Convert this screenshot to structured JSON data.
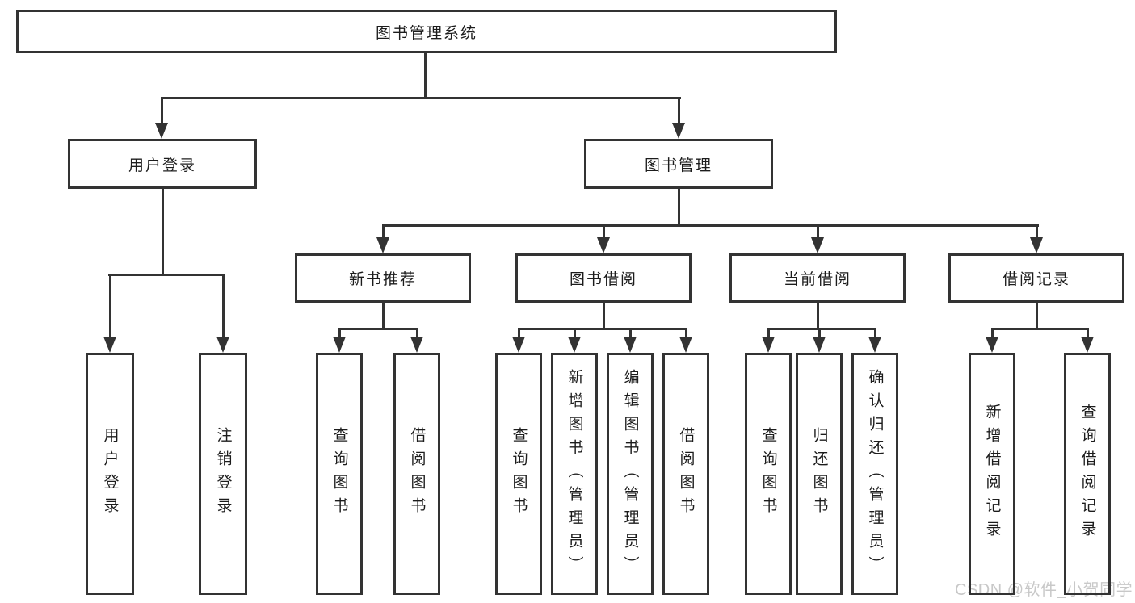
{
  "title": "图书管理系统",
  "tree": {
    "label": "图书管理系统",
    "children": [
      {
        "label": "用户登录",
        "children": [
          {
            "label": "用户登录"
          },
          {
            "label": "注销登录"
          }
        ]
      },
      {
        "label": "图书管理",
        "children": [
          {
            "label": "新书推荐",
            "children": [
              {
                "label": "查询图书"
              },
              {
                "label": "借阅图书"
              }
            ]
          },
          {
            "label": "图书借阅",
            "children": [
              {
                "label": "查询图书"
              },
              {
                "label": "新增图书（管理员）"
              },
              {
                "label": "编辑图书（管理员）"
              },
              {
                "label": "借阅图书"
              }
            ]
          },
          {
            "label": "当前借阅",
            "children": [
              {
                "label": "查询图书"
              },
              {
                "label": "归还图书"
              },
              {
                "label": "确认归还（管理员）"
              }
            ]
          },
          {
            "label": "借阅记录",
            "children": [
              {
                "label": "新增借阅记录"
              },
              {
                "label": "查询借阅记录"
              }
            ]
          }
        ]
      }
    ]
  },
  "watermark": {
    "text": "CSDN @软件_小贺同学"
  },
  "colors": {
    "line": "#333333",
    "box_border": "#333333",
    "text": "#1c1c1c",
    "watermark": "#c8c8c8",
    "background": "#ffffff"
  }
}
